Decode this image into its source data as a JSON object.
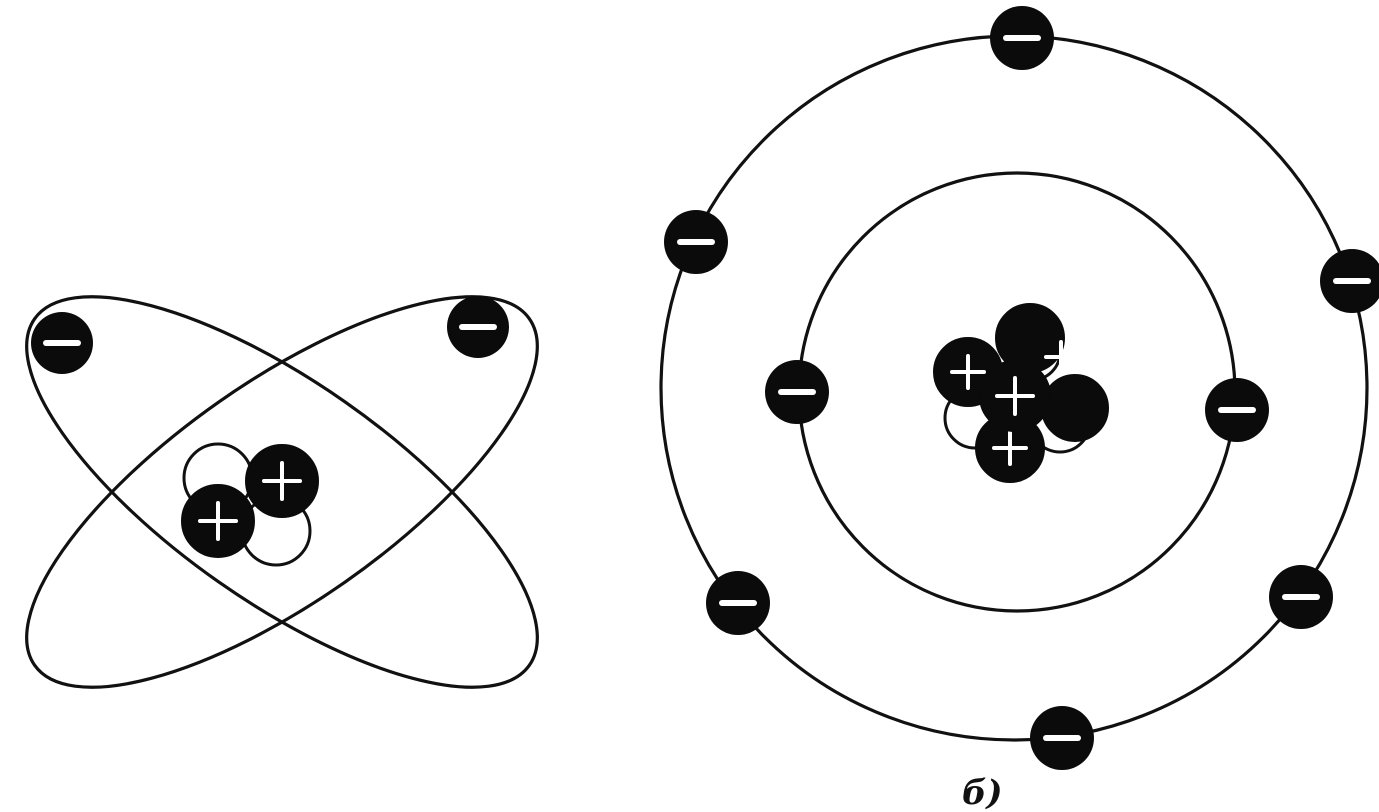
{
  "caption": "б)",
  "colors": {
    "ink": "#111111",
    "background": "#ffffff"
  },
  "left_atom": {
    "electrons": 2,
    "protons": 2,
    "neutrons": 2
  },
  "right_atom": {
    "inner_shell_electrons": 2,
    "outer_shell_electrons": 6
  }
}
